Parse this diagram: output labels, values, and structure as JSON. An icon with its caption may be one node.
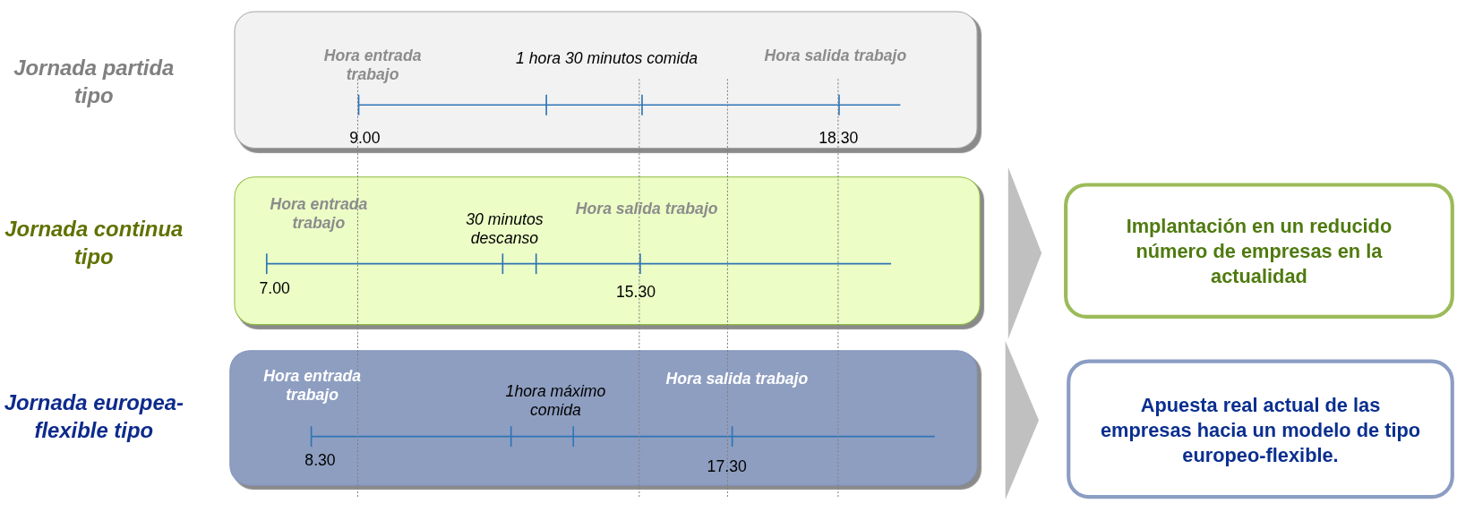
{
  "diagram": {
    "nodes": [
      {
        "text": [
          "Jornada partida tipo",
          "Hora entrada trabajo",
          "1 hora 30 minutos comida",
          "Hora salida trabajo",
          "9.00",
          "18.30"
        ]
      },
      {
        "text": [
          "Jornada continua tipo",
          "Hora entrada trabajo",
          "30 minutos descanso",
          "Hora salida trabajo",
          "7.00",
          "15.30"
        ]
      },
      {
        "text": [
          "Jornada europea-flexible tipo",
          "Hora entrada trabajo",
          "1hora máximo comida",
          "Hora salida trabajo",
          "8.30",
          "17.30"
        ]
      },
      {
        "text": [
          "Implantación en un reducido número de empresas en la actualidad"
        ]
      },
      {
        "text": [
          "Apuesta real actual de las empresas hacia un modelo de tipo europeo-flexible."
        ]
      }
    ],
    "edges": [
      {
        "from": 1,
        "to": 3,
        "arrow": "to"
      },
      {
        "from": 2,
        "to": 4,
        "arrow": "to"
      }
    ]
  }
}
